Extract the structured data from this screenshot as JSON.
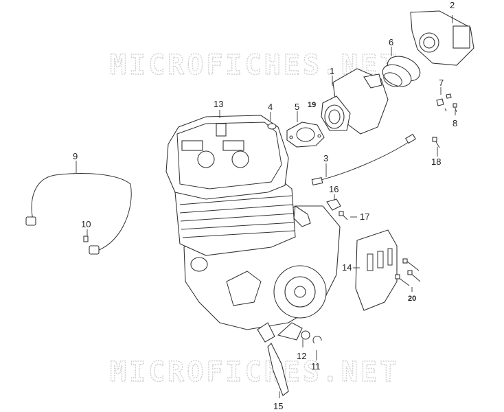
{
  "watermark": {
    "text_top": "MICROFICHES.NET",
    "text_bottom": "MICROFICHES.NET"
  },
  "callouts": {
    "c1": "1",
    "c2": "2",
    "c3": "3",
    "c4": "4",
    "c5": "5",
    "c6": "6",
    "c7": "7",
    "c8": "8",
    "c9": "9",
    "c10": "10",
    "c11": "11",
    "c12": "12",
    "c13": "13",
    "c14": "14",
    "c15": "15",
    "c16": "16",
    "c17": "17",
    "c18": "18",
    "c19": "19",
    "c20": "20"
  }
}
